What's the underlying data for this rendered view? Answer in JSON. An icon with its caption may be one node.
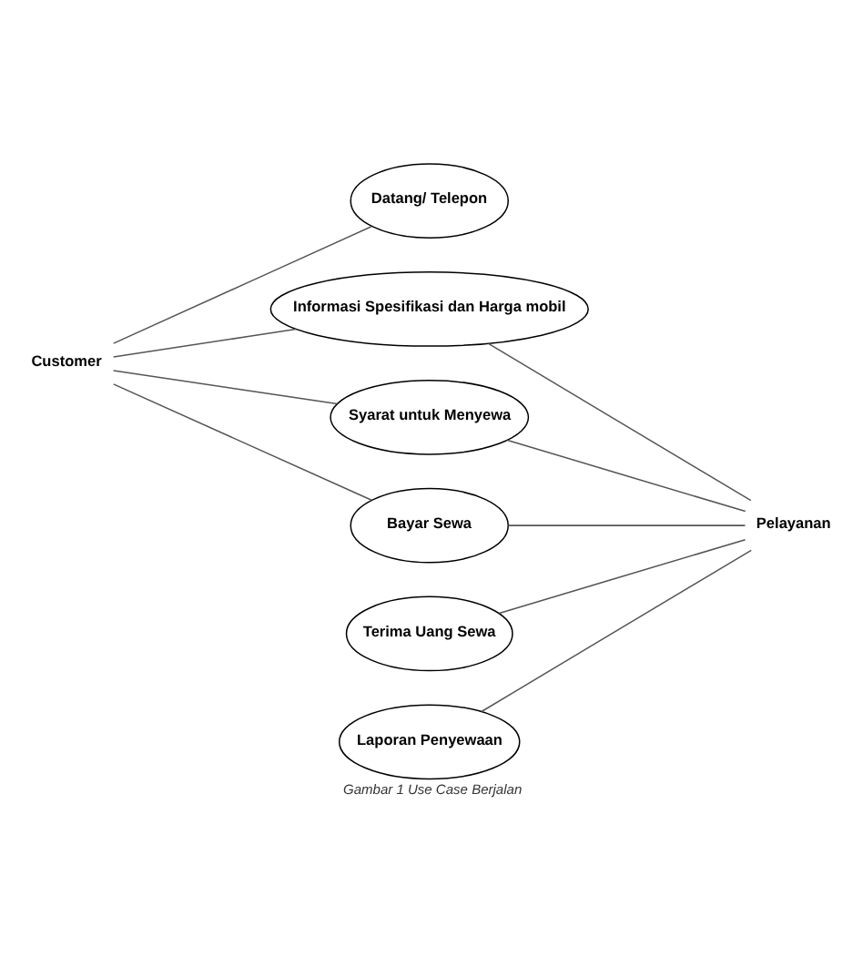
{
  "diagram": {
    "caption": "Gambar 1 Use Case Berjalan",
    "nodes": [
      {
        "text": [
          "Customer"
        ]
      },
      {
        "text": [
          "Datang/ Telepon"
        ]
      },
      {
        "text": [
          "Informasi Spesifikasi dan Harga mobil"
        ]
      },
      {
        "text": [
          "Syarat untuk Menyewa"
        ]
      },
      {
        "text": [
          "Bayar Sewa"
        ]
      },
      {
        "text": [
          "Terima Uang Sewa"
        ]
      },
      {
        "text": [
          "Laporan Penyewaan"
        ]
      },
      {
        "text": [
          "Pelayanan"
        ]
      }
    ],
    "edges": [
      {
        "from": 0,
        "to": 1,
        "arrow": "none"
      },
      {
        "from": 0,
        "to": 2,
        "arrow": "none"
      },
      {
        "from": 0,
        "to": 3,
        "arrow": "none"
      },
      {
        "from": 0,
        "to": 4,
        "arrow": "none"
      },
      {
        "from": 2,
        "to": 7,
        "arrow": "none"
      },
      {
        "from": 3,
        "to": 7,
        "arrow": "none"
      },
      {
        "from": 4,
        "to": 7,
        "arrow": "none"
      },
      {
        "from": 5,
        "to": 7,
        "arrow": "none"
      },
      {
        "from": 6,
        "to": 7,
        "arrow": "none"
      }
    ]
  }
}
